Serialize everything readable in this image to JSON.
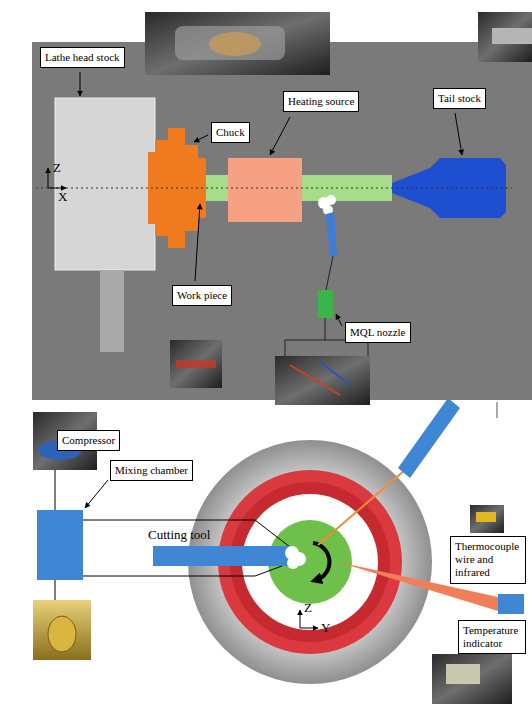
{
  "diagram": {
    "nodes": [
      {
        "text": [
          "Lathe head stock"
        ]
      },
      {
        "text": [
          "Tail stock"
        ]
      },
      {
        "text": [
          "Heating source"
        ]
      },
      {
        "text": [
          "Chuck"
        ]
      },
      {
        "text": [
          "Work piece"
        ]
      },
      {
        "text": [
          "MQL nozzle"
        ]
      },
      {
        "text": [
          "Compressor"
        ]
      },
      {
        "text": [
          "Mixing chamber"
        ]
      },
      {
        "text": [
          "Thermocouple wire and infrared"
        ]
      },
      {
        "text": [
          "Temperature indicator"
        ]
      }
    ],
    "labels": [
      "Z",
      "X",
      "Cutting tool",
      "Z",
      "Y"
    ]
  }
}
